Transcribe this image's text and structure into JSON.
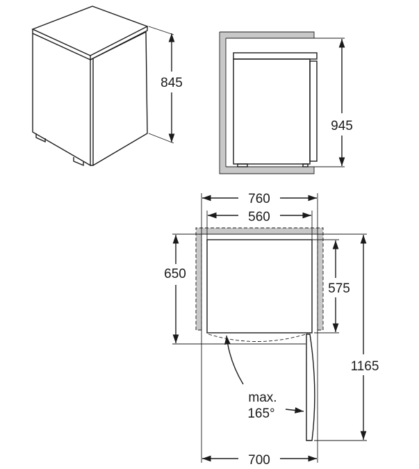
{
  "dimensions": {
    "height_appliance": "845",
    "height_niche": "945",
    "width_niche": "760",
    "width_appliance": "560",
    "depth_niche": "650",
    "depth_appliance": "575",
    "depth_door_open": "1165",
    "width_door_open": "700",
    "door_angle_label": "max.",
    "door_angle": "165°"
  }
}
